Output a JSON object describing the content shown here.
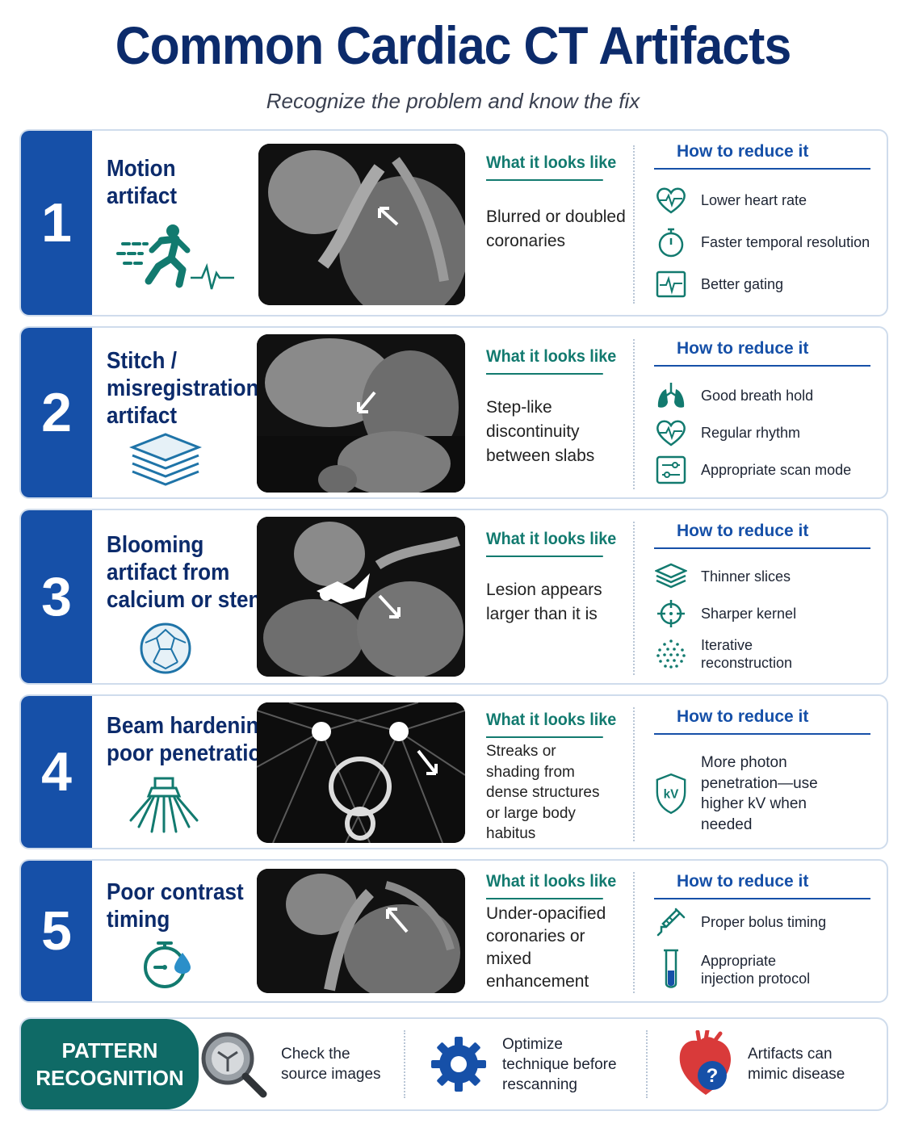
{
  "title": "Common Cardiac CT Artifacts",
  "subtitle": "Recognize the problem and know the fix",
  "look_header": "What it looks like",
  "fix_header": "How to reduce it",
  "artifacts": [
    {
      "number": "1",
      "name": "Motion\nartifact",
      "looks_like": "Blurred or doubled coronaries",
      "fixes": [
        "Lower heart rate",
        "Faster temporal resolution",
        "Better gating"
      ]
    },
    {
      "number": "2",
      "name": "Stitch /\nmisregistration\nartifact",
      "looks_like": "Step-like discontinuity between slabs",
      "fixes": [
        "Good breath hold",
        "Regular rhythm",
        "Appropriate scan mode"
      ]
    },
    {
      "number": "3",
      "name": "Blooming\nartifact from\ncalcium or stents",
      "looks_like": "Lesion appears larger than it is",
      "fixes": [
        "Thinner slices",
        "Sharper kernel",
        "Iterative reconstruction"
      ]
    },
    {
      "number": "4",
      "name": "Beam hardening /\npoor penetration",
      "looks_like": "Streaks or shading from dense structures or large body habitus",
      "fixes": [
        "More photon penetration—use higher kV when needed"
      ]
    },
    {
      "number": "5",
      "name": "Poor contrast\ntiming",
      "looks_like": "Under-opacified coronaries or mixed enhancement",
      "fixes": [
        "Proper bolus timing",
        "Appropriate injection protocol"
      ]
    }
  ],
  "kv_label": "kV",
  "pattern": {
    "label": "PATTERN\nRECOGNITION",
    "items": [
      "Check the\nsource images",
      "Optimize\ntechnique before\nrescanning",
      "Artifacts can\nmimic disease"
    ]
  },
  "colors": {
    "navy": "#0c2b6b",
    "blue": "#1650a8",
    "teal": "#127a6f",
    "red": "#d93a3a"
  }
}
